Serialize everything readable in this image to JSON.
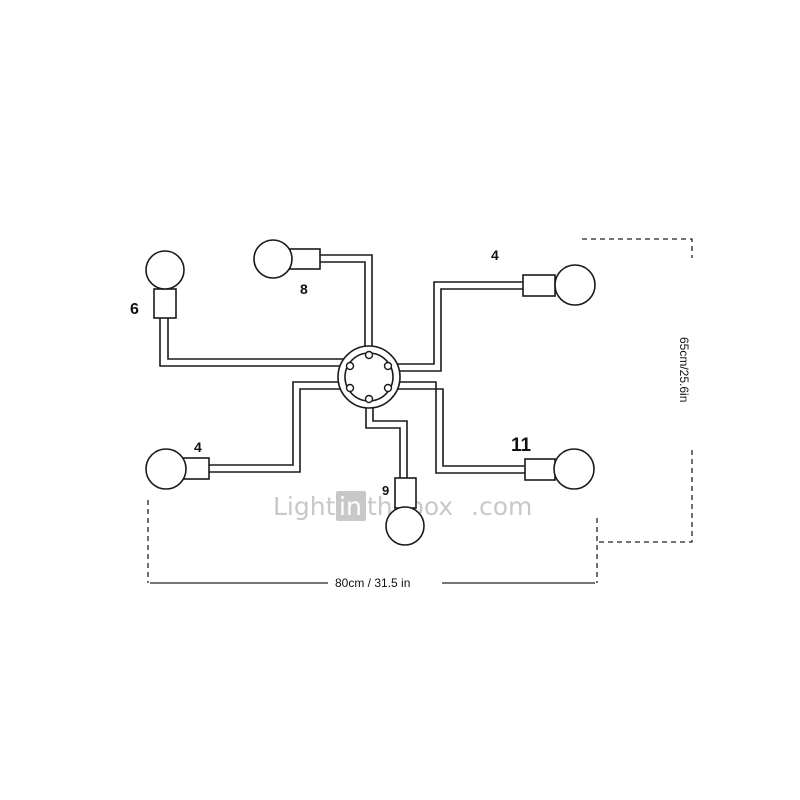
{
  "labels": {
    "arm_top_left": "6",
    "arm_top_center": "8",
    "arm_top_right": "4",
    "arm_bottom_left": "4",
    "arm_bottom_center": "9",
    "arm_bottom_right": "11"
  },
  "dimensions": {
    "width": "80cm / 31.5 in",
    "height": "65cm/25.6in"
  },
  "watermark": {
    "part1": "Light",
    "part2": "in",
    "part3": "thebox",
    "part4": ".com"
  }
}
